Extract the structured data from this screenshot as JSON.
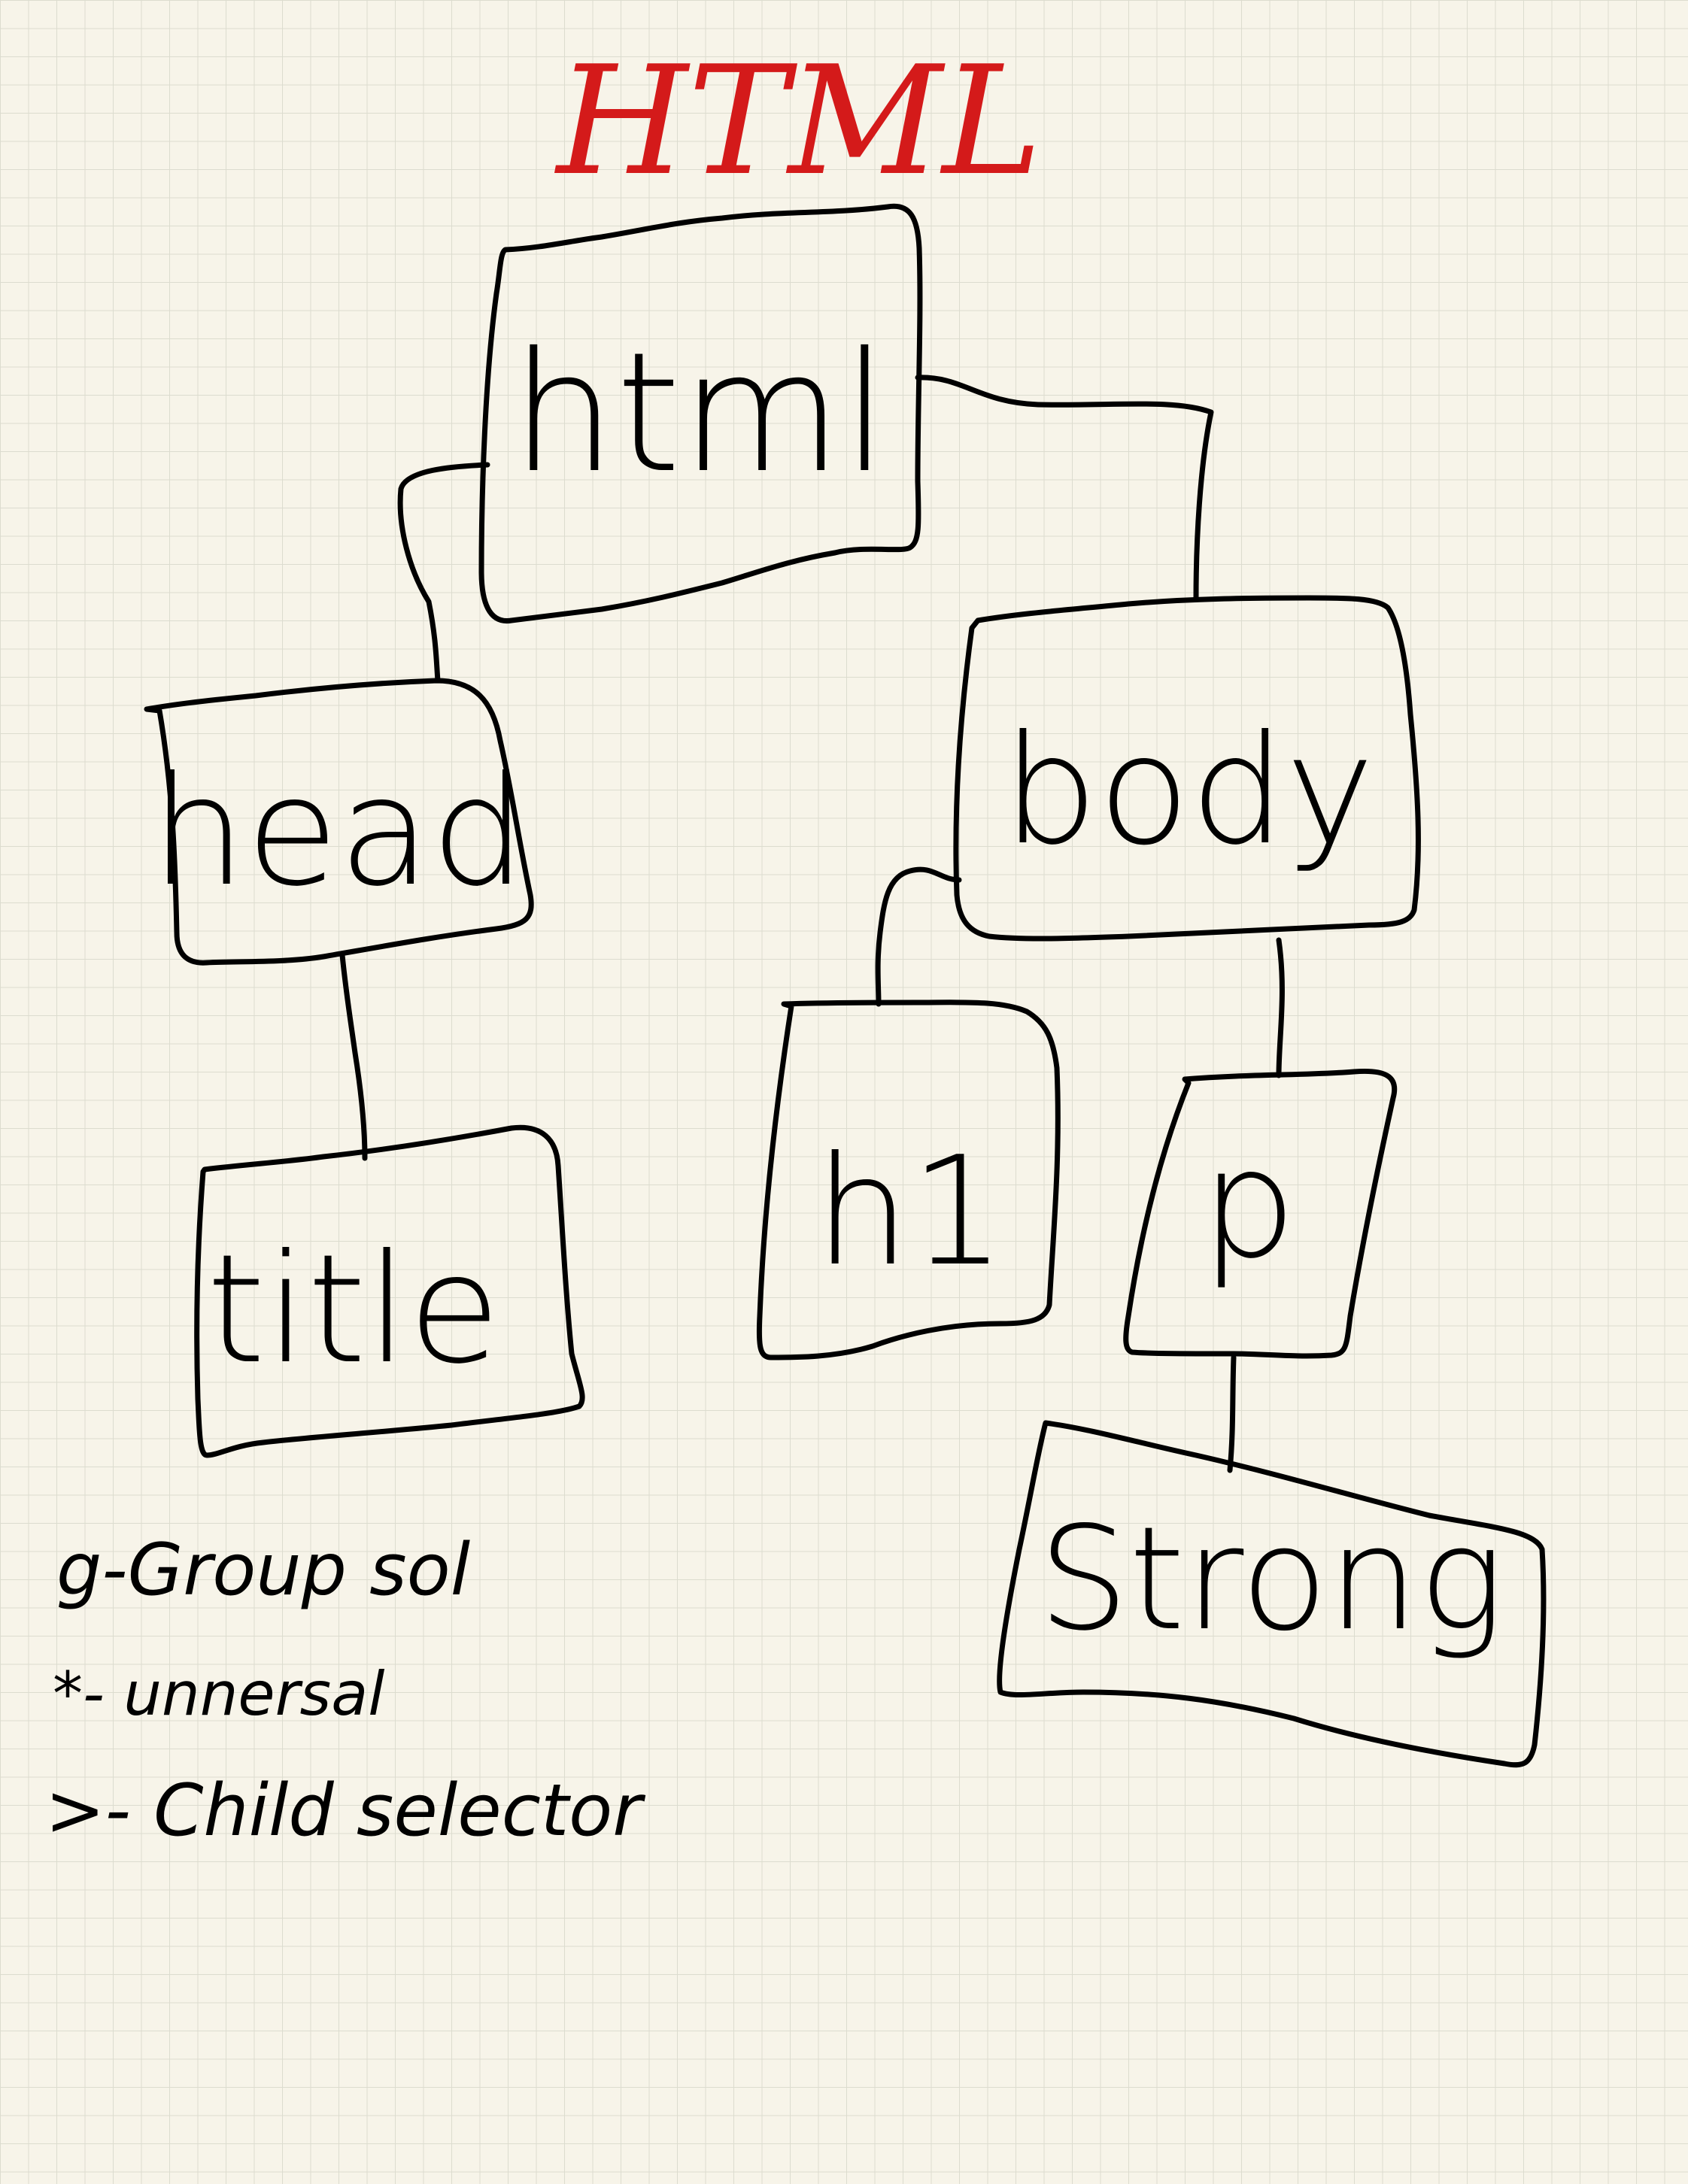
{
  "title": "HTML",
  "title_color": "#d41a1a",
  "ink_color": "#000000",
  "paper_color": "#f7f4e9",
  "nodes": {
    "html": "html",
    "head": "head",
    "body": "body",
    "title": "title",
    "h1": "h1",
    "p": "p",
    "strong": "Strong"
  },
  "edges": [
    [
      "html",
      "head"
    ],
    [
      "html",
      "body"
    ],
    [
      "head",
      "title"
    ],
    [
      "body",
      "h1"
    ],
    [
      "body",
      "p"
    ],
    [
      "p",
      "strong"
    ]
  ],
  "notes": [
    "g-Group sol",
    "*- unnersal",
    ">- Child selector"
  ]
}
